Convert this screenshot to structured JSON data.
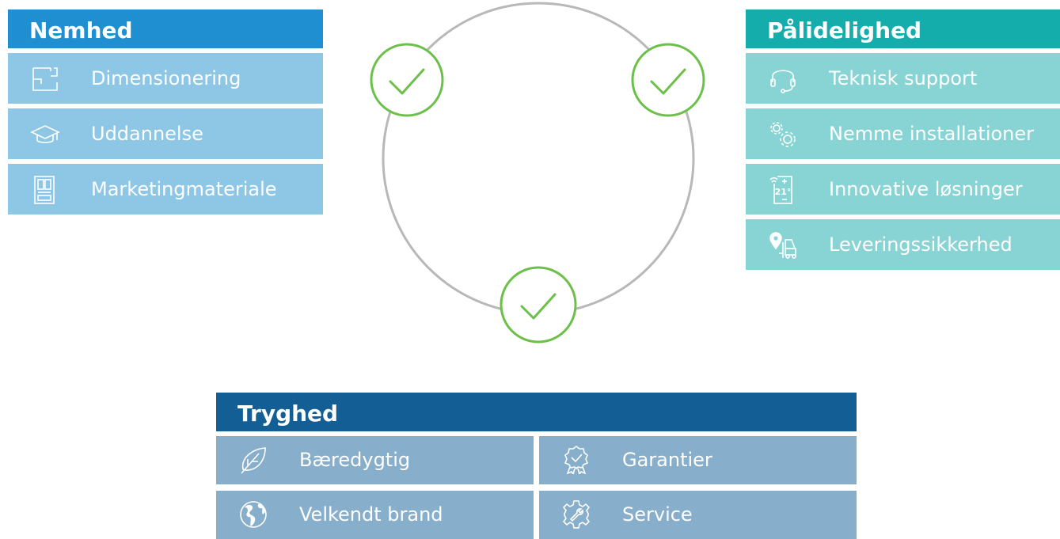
{
  "colors": {
    "nemhed_header": "#1f8fd2",
    "nemhed_item": "#8ec6e6",
    "palidelighed_header": "#15adab",
    "palidelighed_item": "#88d4d4",
    "tryghed_header": "#135e95",
    "tryghed_item": "#87aecb",
    "circle_stroke": "#b8b8b8",
    "check_green": "#6cc04a"
  },
  "nemhed": {
    "title": "Nemhed",
    "items": [
      {
        "label": "Dimensionering",
        "icon": "floor-plan-icon"
      },
      {
        "label": "Uddannelse",
        "icon": "graduation-cap-icon"
      },
      {
        "label": "Marketingmateriale",
        "icon": "brochure-icon"
      }
    ]
  },
  "palidelighed": {
    "title": "Pålidelighed",
    "items": [
      {
        "label": "Teknisk support",
        "icon": "headset-icon"
      },
      {
        "label": "Nemme installationer",
        "icon": "gears-icon"
      },
      {
        "label": "Innovative løsninger",
        "icon": "smart-thermostat-icon",
        "icon_text": "21°"
      },
      {
        "label": "Leveringssikkerhed",
        "icon": "location-forklift-icon"
      }
    ]
  },
  "tryghed": {
    "title": "Tryghed",
    "items": [
      {
        "label": "Bæredygtig",
        "icon": "leaf-icon"
      },
      {
        "label": "Garantier",
        "icon": "award-badge-icon"
      },
      {
        "label": "Velkendt brand",
        "icon": "globe-icon"
      },
      {
        "label": "Service",
        "icon": "service-gear-icon"
      }
    ]
  },
  "diagram": {
    "checkmarks": [
      "checkmark-top-left",
      "checkmark-top-right",
      "checkmark-bottom"
    ]
  }
}
